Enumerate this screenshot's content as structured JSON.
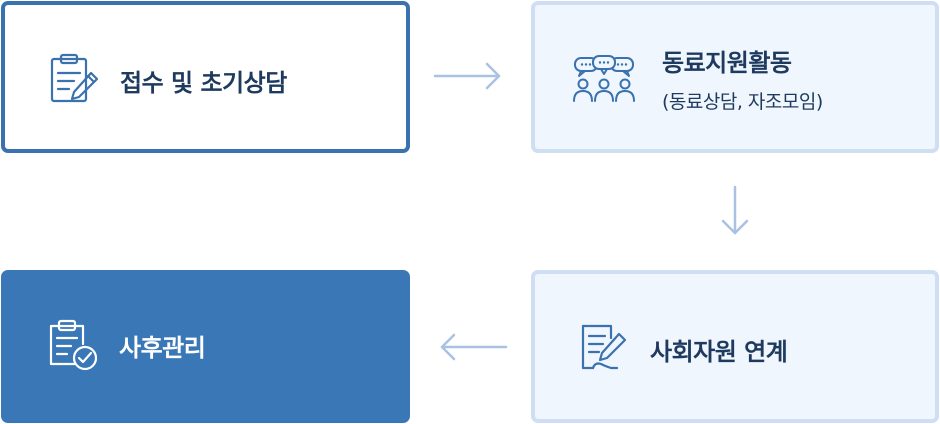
{
  "steps": [
    {
      "label": "접수 및 초기상담"
    },
    {
      "label": "동료지원활동",
      "sublabel": "(동료상담, 자조모임)"
    },
    {
      "label": "사회자원 연계"
    },
    {
      "label": "사후관리"
    }
  ],
  "colors": {
    "primary": "#3a72b0",
    "light_border": "#cfdef3",
    "light_fill": "#f0f6fd",
    "filled": "#3a77b7",
    "arrow": "#a9c2e4",
    "text": "#1f3a5f"
  }
}
